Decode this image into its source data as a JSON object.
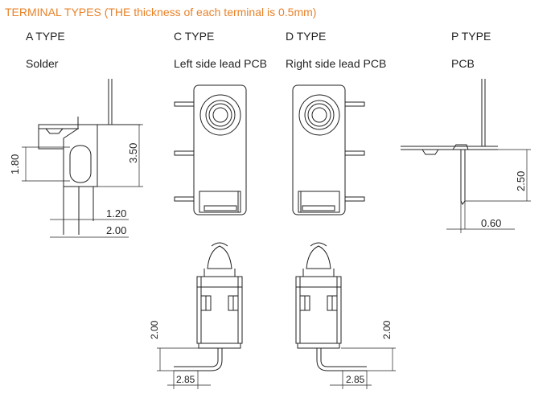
{
  "heading": "TERMINAL TYPES  (THE thickness of each terminal is 0.5mm)",
  "types": [
    {
      "name": "A TYPE",
      "desc": "Solder"
    },
    {
      "name": "C TYPE",
      "desc": "Left side lead PCB"
    },
    {
      "name": "D TYPE",
      "desc": "Right side lead PCB"
    },
    {
      "name": "P TYPE",
      "desc": "PCB"
    }
  ],
  "dimensions": {
    "a_height": "3.50",
    "a_slot": "1.80",
    "a_lead": "1.20",
    "a_width": "2.00",
    "p_lead_len": "2.50",
    "p_lead_offset": "0.60",
    "c_lead_height": "2.00",
    "c_lead_offset": "2.85",
    "d_lead_height": "2.00",
    "d_lead_offset": "2.85"
  },
  "colors": {
    "heading": "#e8822a",
    "lines": "#222222"
  }
}
